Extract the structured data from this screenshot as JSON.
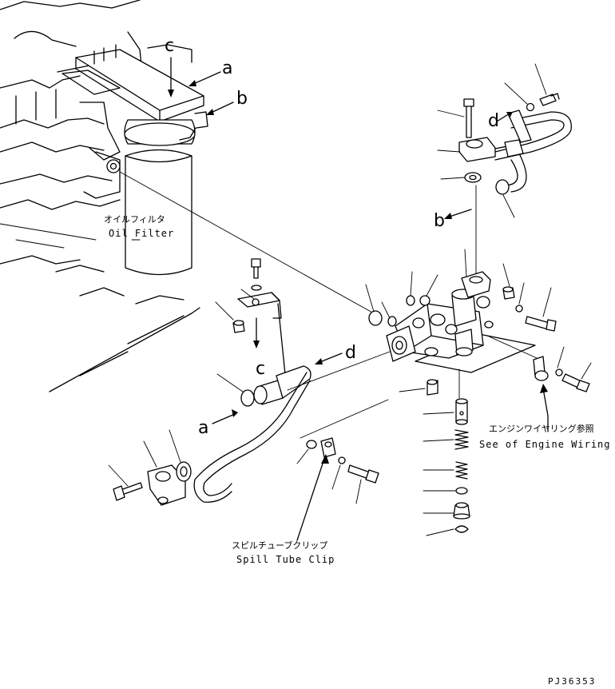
{
  "oil_filter": {
    "jp": "オイルフィルタ",
    "en": "Oil Filter"
  },
  "engine_wiring": {
    "jp": "エンジンワイヤリング参照",
    "en": "See of Engine Wiring"
  },
  "spill_tube_clip": {
    "jp": "スピルチューブクリップ",
    "en": "Spill Tube Clip"
  },
  "letters": {
    "a": "a",
    "b": "b",
    "c": "c",
    "d": "d"
  },
  "drawing_code": "PJ36353"
}
